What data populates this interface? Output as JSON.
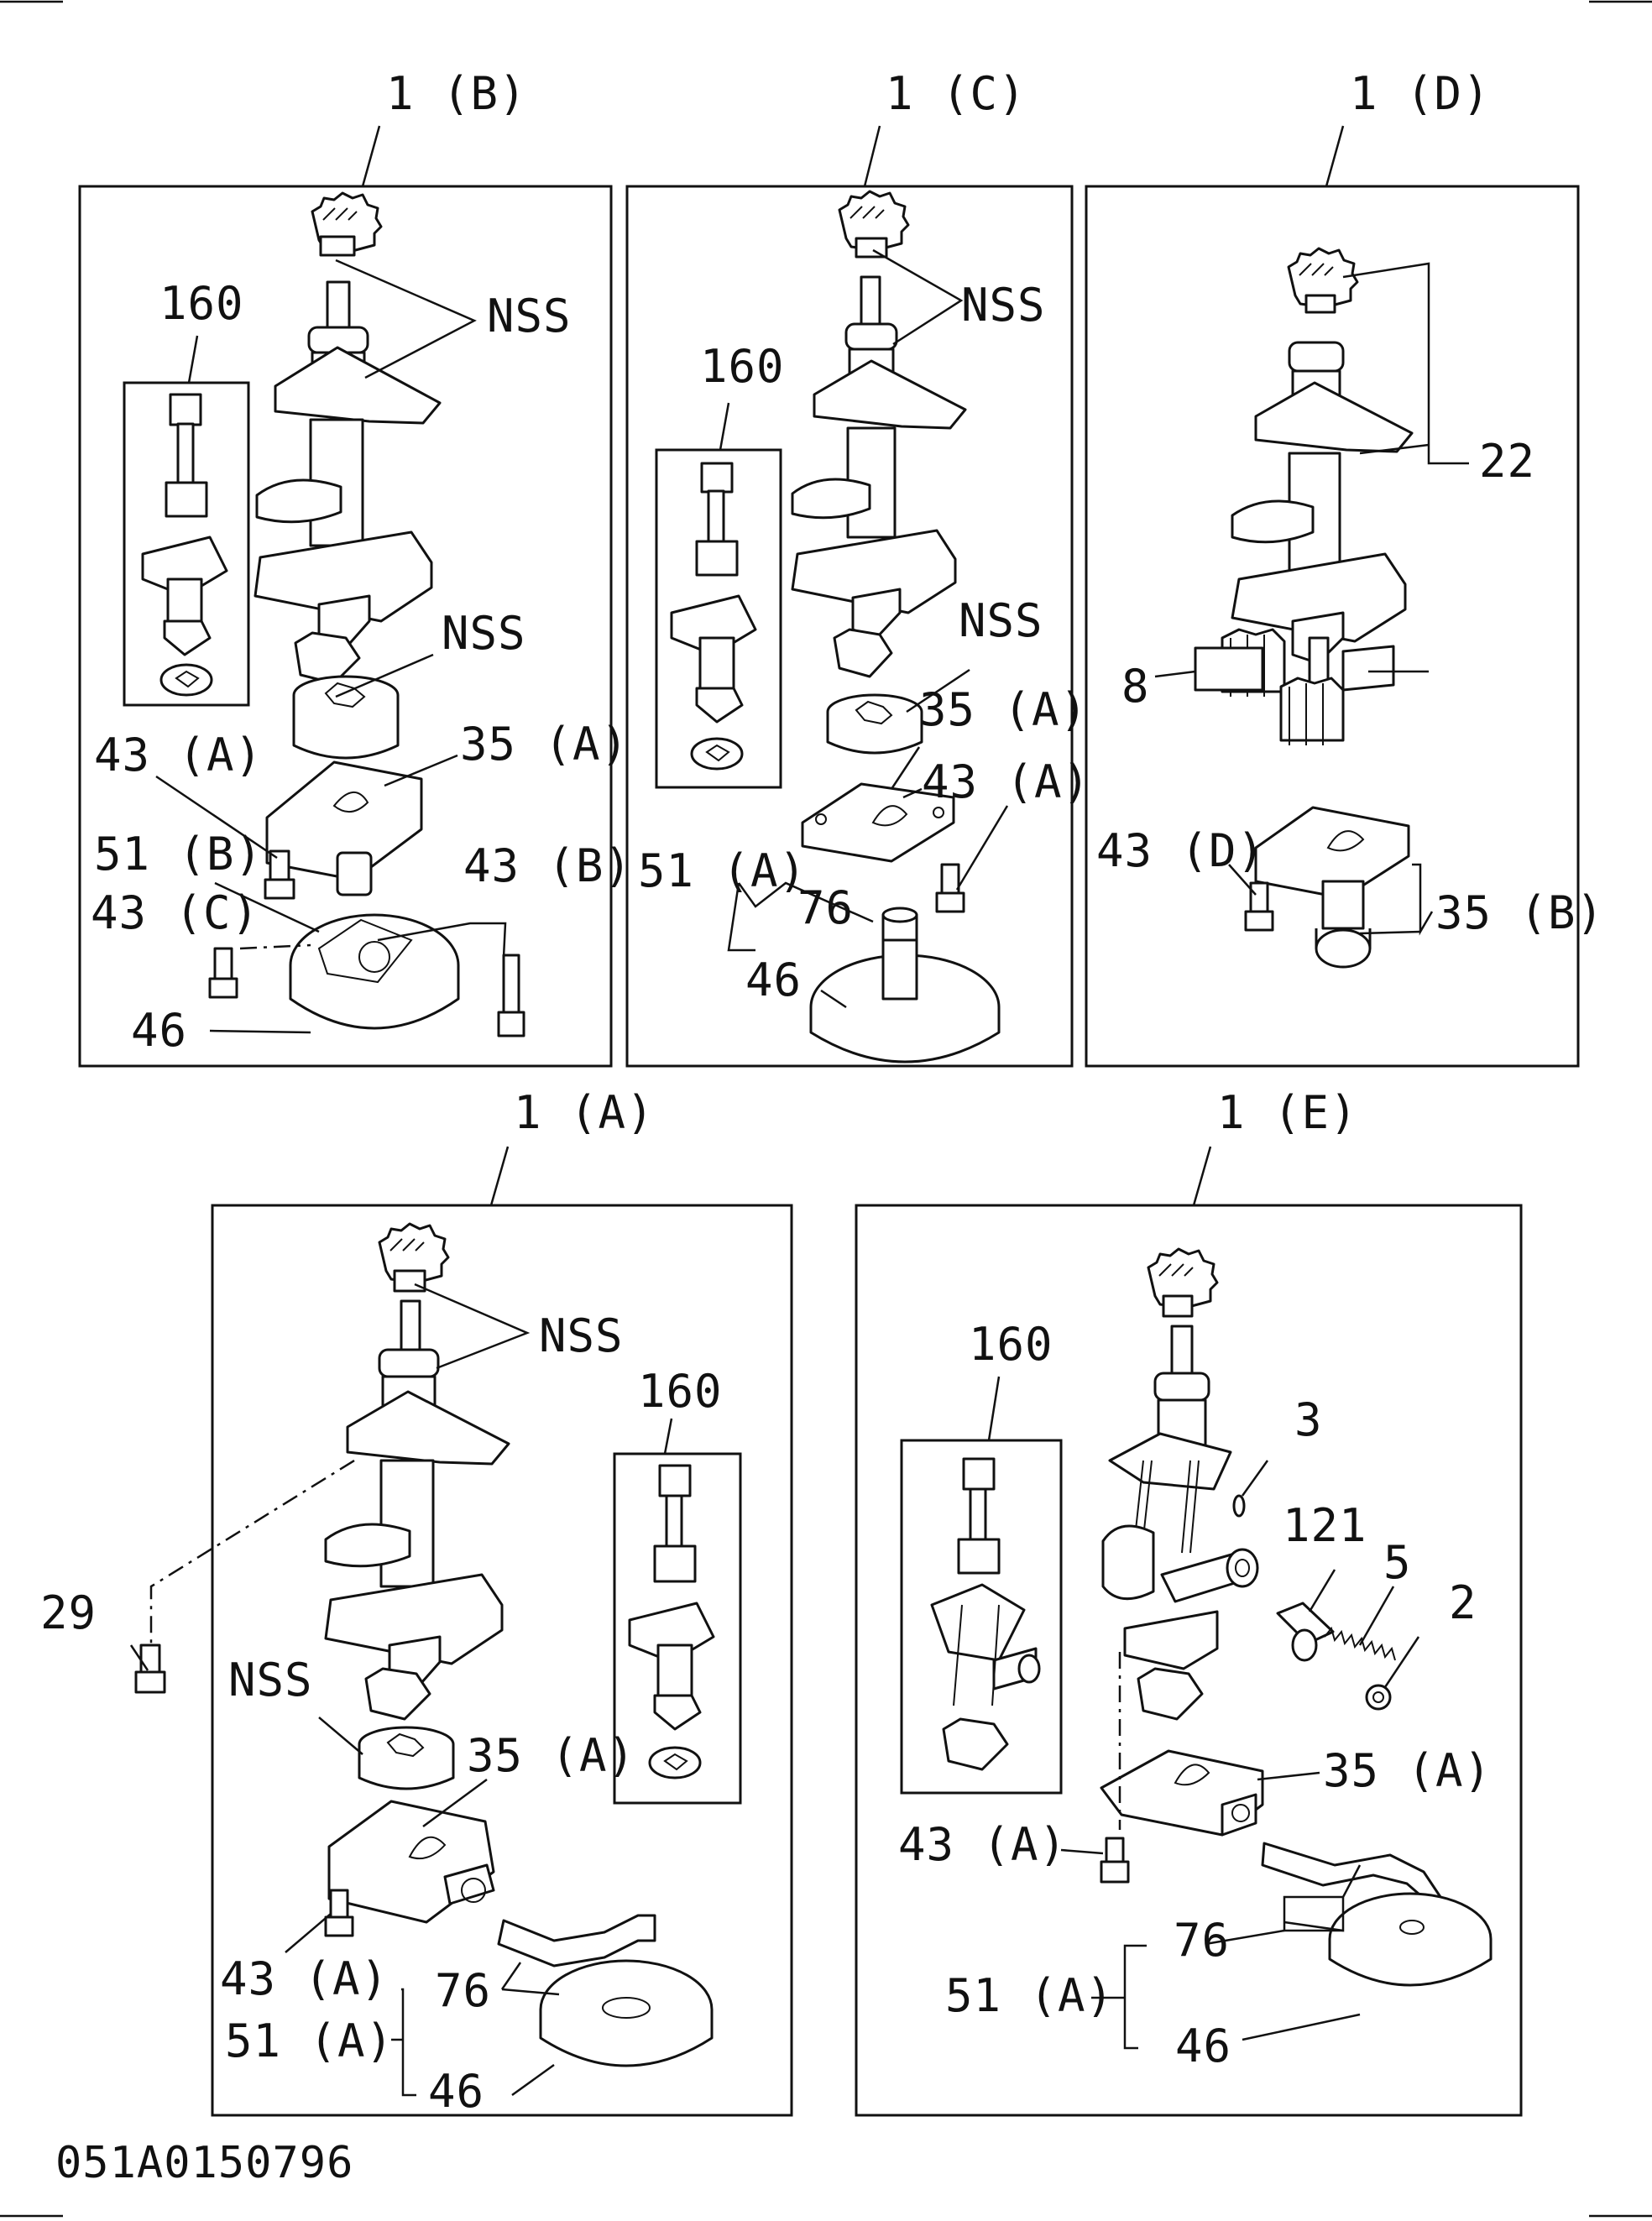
{
  "document_code": "051A0150796",
  "panels": [
    {
      "id": "1B",
      "title": "1 (B)",
      "labels": [
        "160",
        "NSS",
        "NSS",
        "35 (A)",
        "43 (A)",
        "51 (B)",
        "43 (B)",
        "43 (C)",
        "46"
      ]
    },
    {
      "id": "1C",
      "title": "1 (C)",
      "labels": [
        "NSS",
        "160",
        "NSS",
        "35 (A)",
        "43 (A)",
        "51 (A)",
        "76",
        "46"
      ]
    },
    {
      "id": "1D",
      "title": "1 (D)",
      "labels": [
        "22",
        "8",
        "43 (D)",
        "35 (B)"
      ]
    },
    {
      "id": "1A",
      "title": "1 (A)",
      "labels": [
        "NSS",
        "160",
        "29",
        "NSS",
        "35 (A)",
        "43 (A)",
        "76",
        "51 (A)",
        "46"
      ]
    },
    {
      "id": "1E",
      "title": "1 (E)",
      "labels": [
        "160",
        "3",
        "121",
        "5",
        "2",
        "35 (A)",
        "43 (A)",
        "76",
        "51 (A)",
        "46"
      ]
    }
  ]
}
